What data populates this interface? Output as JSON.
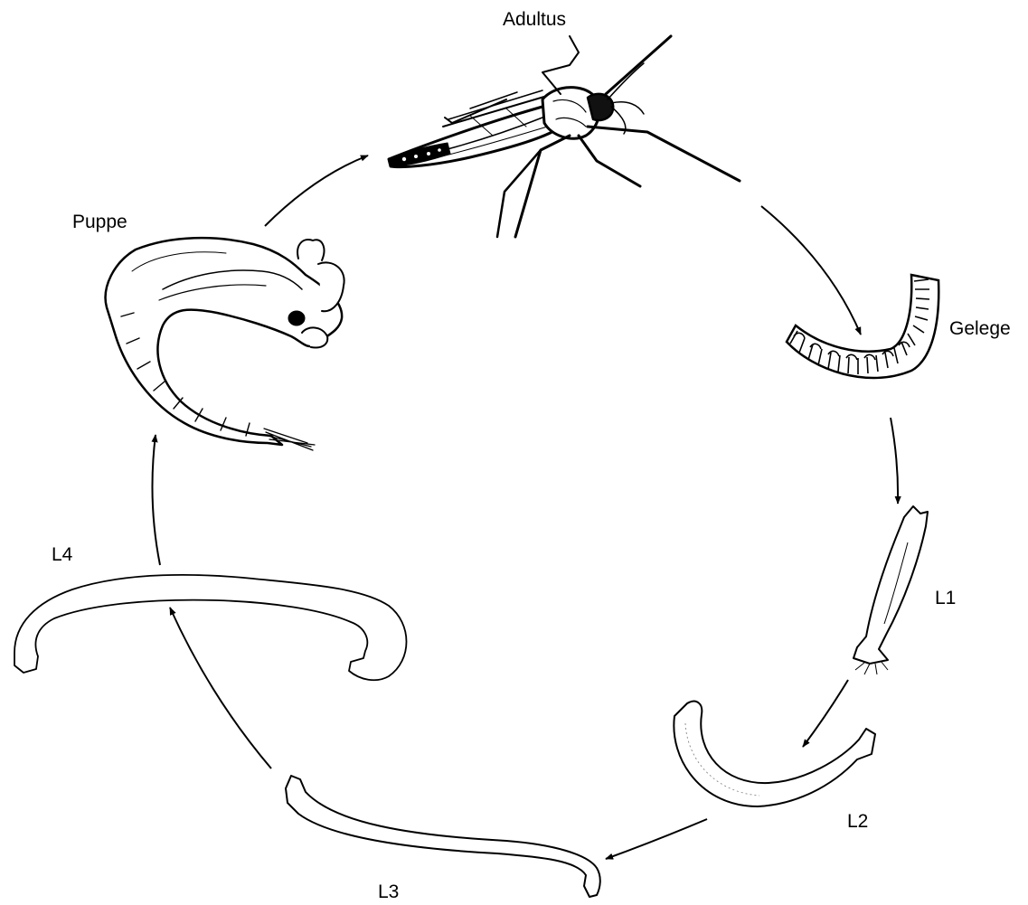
{
  "stages": {
    "adult": "Adultus",
    "eggs": "Gelege",
    "larva1": "L1",
    "larva2": "L2",
    "larva3": "L3",
    "larva4": "L4",
    "pupa": "Puppe"
  },
  "colors": {
    "line": "#000000",
    "background": "#ffffff",
    "shading": "#d9d9d9"
  }
}
